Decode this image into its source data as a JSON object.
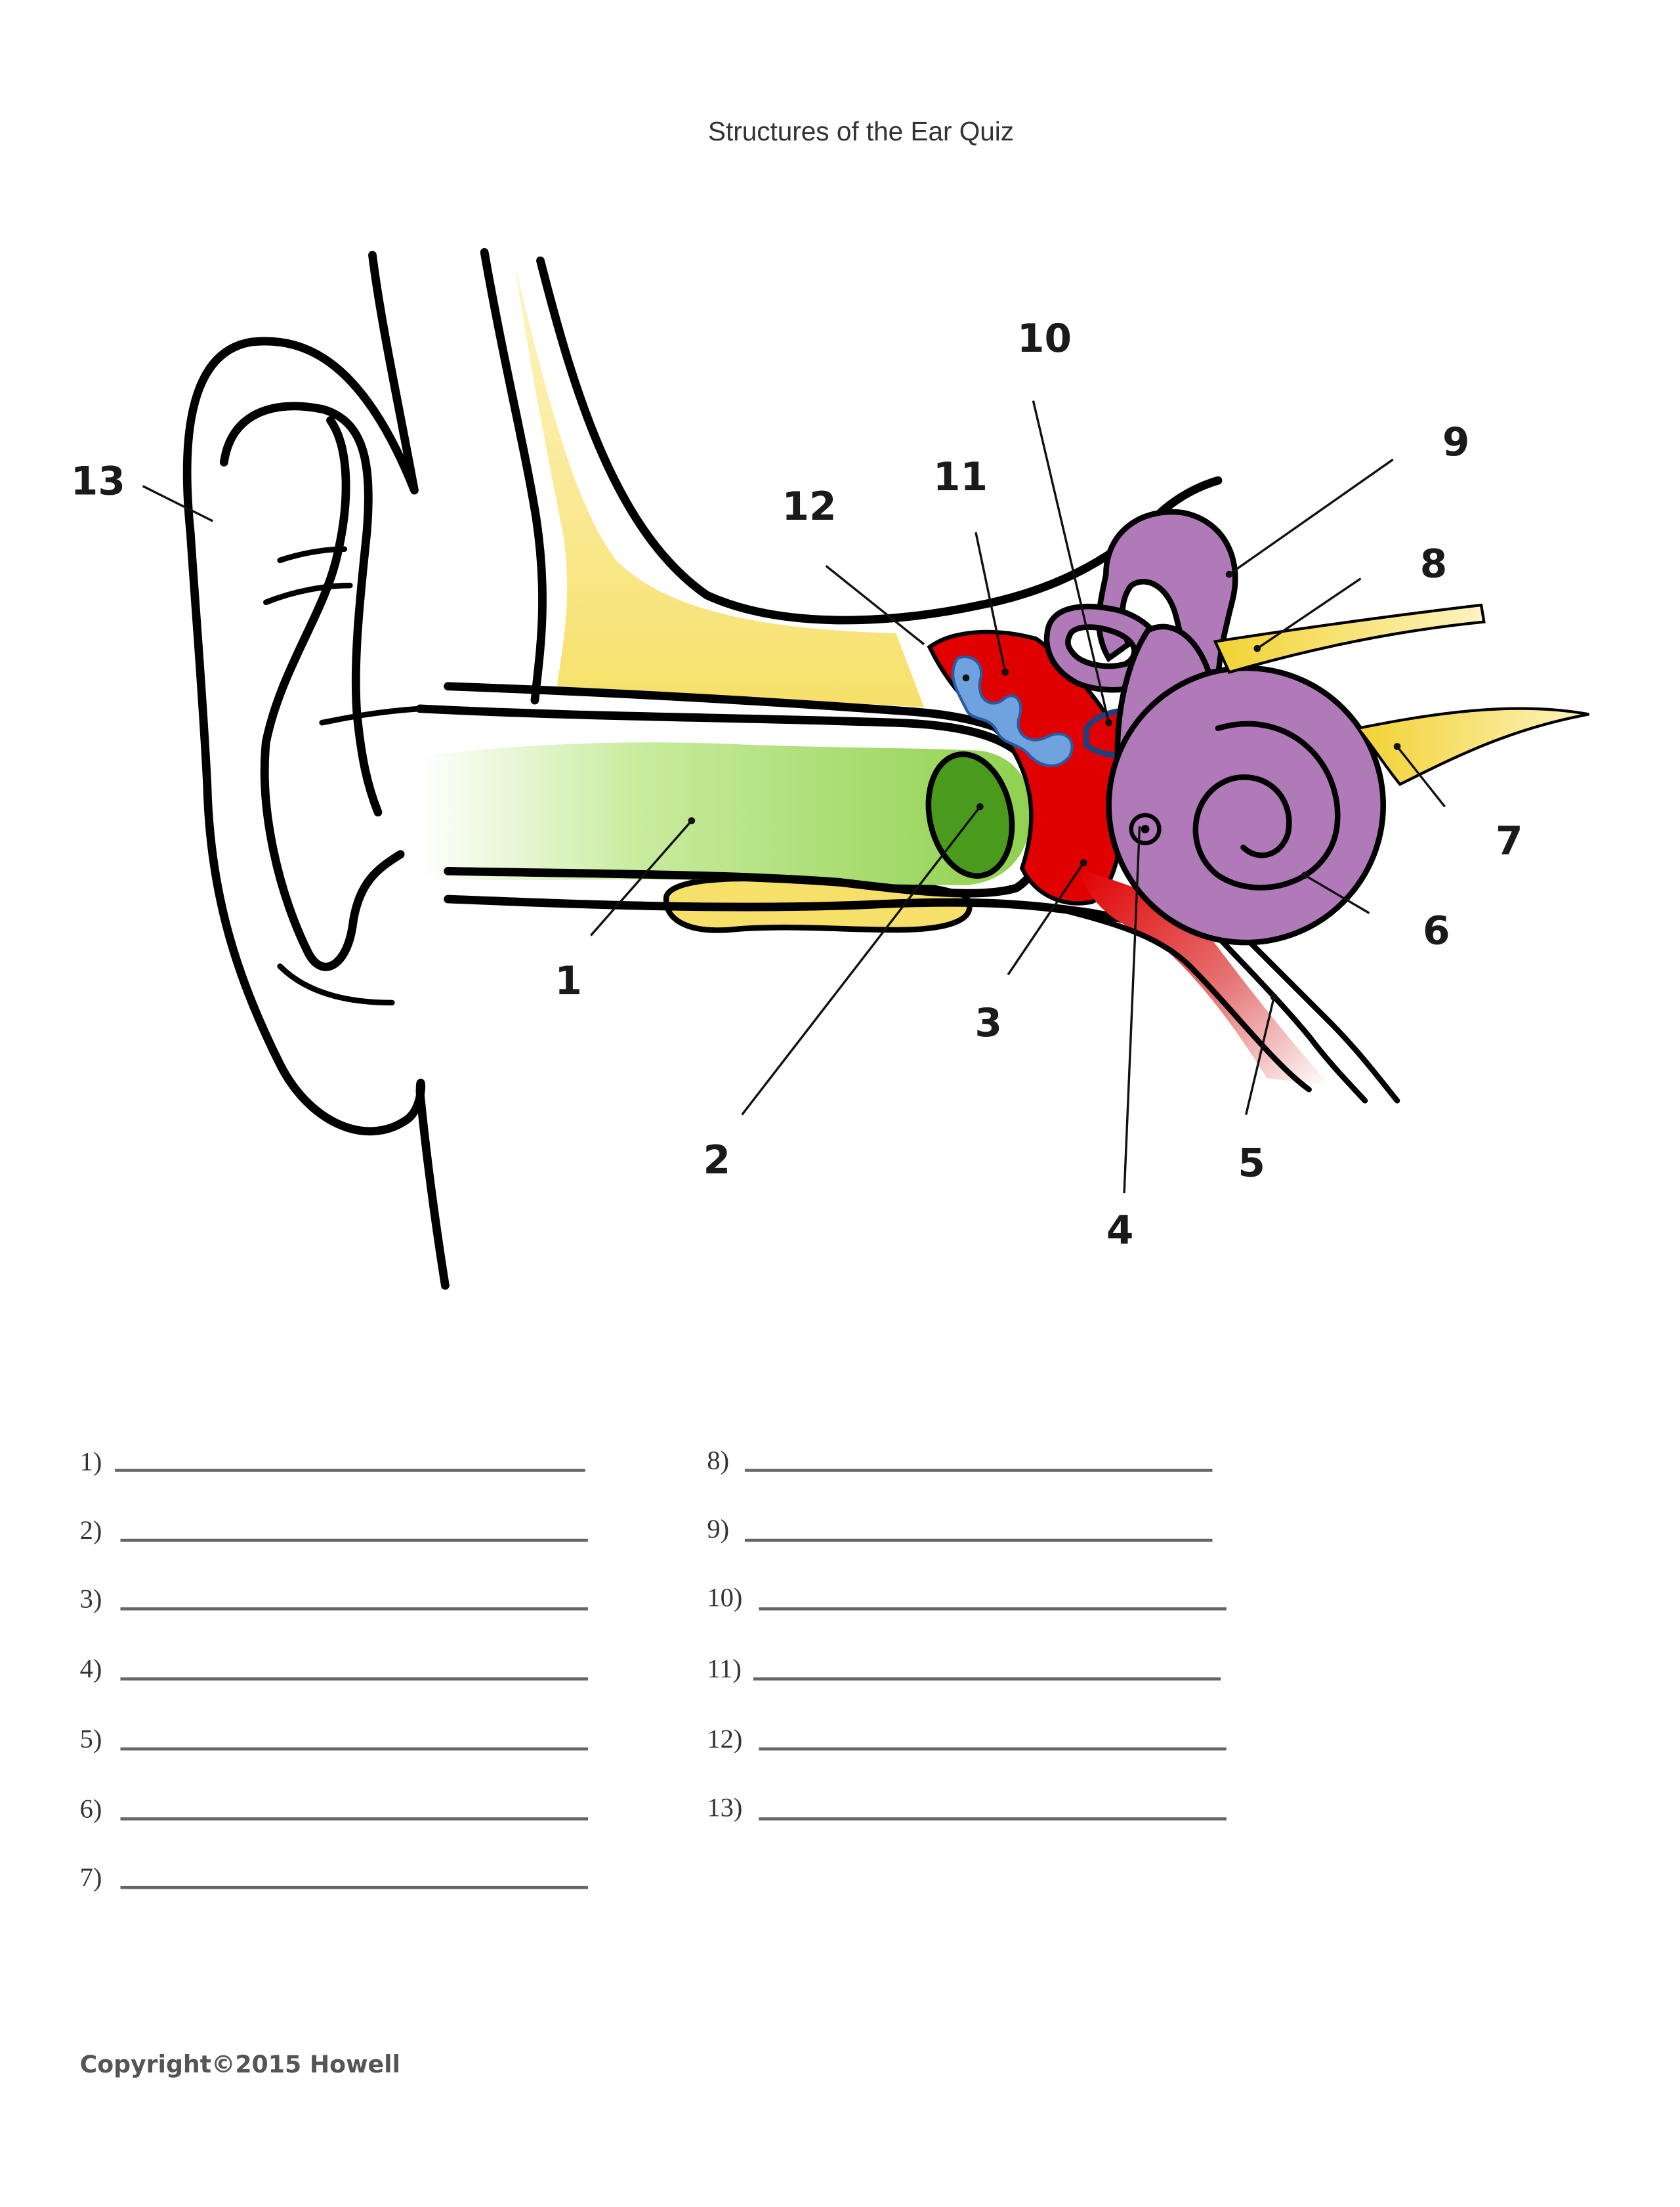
{
  "document": {
    "title": "Structures of the Ear Quiz",
    "copyright": "Copyright©2015 Howell"
  },
  "diagram": {
    "subject": "ear-anatomy",
    "colors": {
      "ear_canal": "#8fd14f",
      "eardrum": "#4a9a1e",
      "bone": "#f7e27a",
      "middle_ear": "#e00000",
      "ossicles": "#5b8fd6",
      "inner_ear": "#b07ab8",
      "nerve": "#f2d233",
      "eustachian_tube": "#e25a5a"
    },
    "labels": [
      {
        "id": "1",
        "text": "1"
      },
      {
        "id": "2",
        "text": "2"
      },
      {
        "id": "3",
        "text": "3"
      },
      {
        "id": "4",
        "text": "4"
      },
      {
        "id": "5",
        "text": "5"
      },
      {
        "id": "6",
        "text": "6"
      },
      {
        "id": "7",
        "text": "7"
      },
      {
        "id": "8",
        "text": "8"
      },
      {
        "id": "9",
        "text": "9"
      },
      {
        "id": "10",
        "text": "10"
      },
      {
        "id": "11",
        "text": "11"
      },
      {
        "id": "12",
        "text": "12"
      },
      {
        "id": "13",
        "text": "13"
      }
    ]
  },
  "answers": {
    "left_column": [
      {
        "label": "1)",
        "value": ""
      },
      {
        "label": "2)",
        "value": ""
      },
      {
        "label": "3)",
        "value": ""
      },
      {
        "label": "4)",
        "value": ""
      },
      {
        "label": "5)",
        "value": ""
      },
      {
        "label": "6)",
        "value": ""
      },
      {
        "label": "7)",
        "value": ""
      }
    ],
    "right_column": [
      {
        "label": "8)",
        "value": ""
      },
      {
        "label": "9)",
        "value": ""
      },
      {
        "label": "10)",
        "value": ""
      },
      {
        "label": "11)",
        "value": ""
      },
      {
        "label": "12)",
        "value": ""
      },
      {
        "label": "13)",
        "value": ""
      }
    ]
  }
}
